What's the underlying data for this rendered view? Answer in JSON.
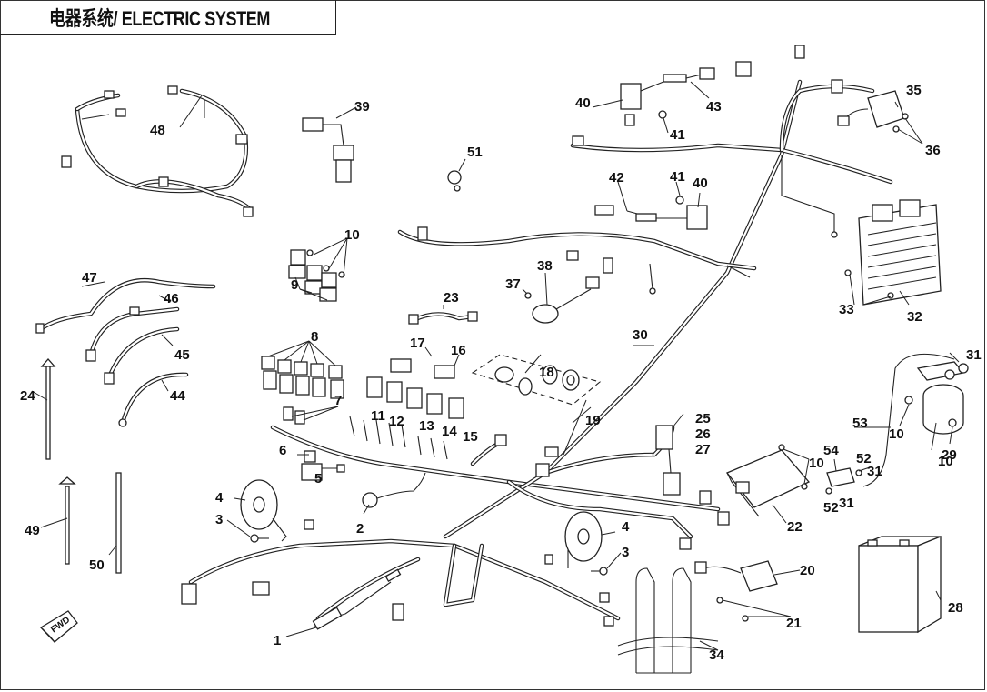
{
  "title": "电器系统/ ELECTRIC SYSTEM",
  "forward_marker": "FWD",
  "callouts": [
    "1",
    "2",
    "3",
    "3",
    "4",
    "4",
    "5",
    "6",
    "7",
    "8",
    "9",
    "10",
    "10",
    "10",
    "10",
    "11",
    "12",
    "13",
    "14",
    "15",
    "16",
    "17",
    "18",
    "19",
    "20",
    "21",
    "22",
    "23",
    "24",
    "25",
    "26",
    "27",
    "28",
    "29",
    "30",
    "31",
    "31",
    "31",
    "32",
    "33",
    "34",
    "35",
    "36",
    "37",
    "38",
    "39",
    "40",
    "40",
    "41",
    "41",
    "42",
    "43",
    "44",
    "45",
    "46",
    "47",
    "48",
    "49",
    "50",
    "51",
    "52",
    "52",
    "53",
    "54"
  ]
}
